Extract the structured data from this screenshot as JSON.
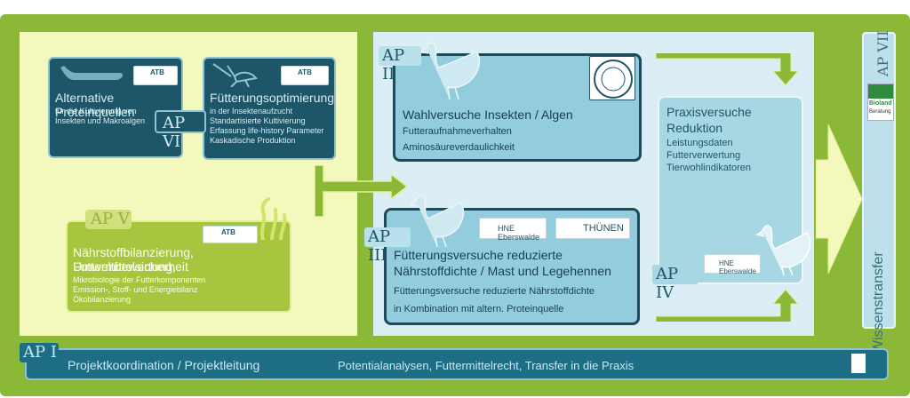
{
  "ap_vi": {
    "tag": "AP VI",
    "box1_title": "Alternative Proteinquellen",
    "box1_text": [
      "für die Kultivierung von",
      "Insekten und Makroalgen"
    ],
    "box2_title": "Fütterungsoptimierung",
    "box2_text": [
      "in der Insektenaufzucht",
      "Standartisierte Kultivierung",
      "Erfassung life-history Parameter",
      "Kaskadische Produktion"
    ],
    "logo": "ATB"
  },
  "ap_v": {
    "tag": "AP V",
    "title": [
      "Nährstoffbilanzierung, Umweltbewertung,",
      "Futtermittelsicherheit"
    ],
    "text": [
      "Mikrobiologie der Futterkomponenten",
      "Emission-, Stoff- und Energiebilanz",
      "Ökobilanzierung"
    ],
    "logo": "ATB"
  },
  "ap_ii": {
    "tag": "AP II",
    "title": "Wahlversuche Insekten / Algen",
    "text": [
      "Futteraufnahmeverhalten",
      "Aminosäureverdaulichkeit"
    ]
  },
  "ap_iii": {
    "tag": "AP III",
    "title": [
      "Fütterungsversuche reduzierte",
      "Nährstoffdichte / Mast und Legehennen"
    ],
    "text": [
      "Fütterungsversuche reduzierte Nährstoffdichte",
      "in Kombination mit altern. Proteinquelle"
    ],
    "logo1": "HNE Eberswalde",
    "logo2": "THÜNEN"
  },
  "ap_iv": {
    "tag": "AP IV",
    "title": [
      "Praxisversuche",
      "Reduktion"
    ],
    "text": [
      "Leistungsdaten",
      "Futterverwertung",
      "Tierwohlindikatoren"
    ],
    "logo": "HNE Eberswalde"
  },
  "ap_vii": {
    "tag": "AP VII",
    "vertical": "Wissenstransfer",
    "logo": "Bioland",
    "logo_sub": "Beratung"
  },
  "ap_i": {
    "tag": "AP I",
    "title": "Projektkoordination / Projektleitung",
    "text": "Potentialanalysen, Futtermittelrecht, Transfer in die Praxis"
  },
  "colors": {
    "outer_green": "#8cb838",
    "dark_teal": "#1d5669",
    "light_teal": "#93cddd",
    "pale_yellow": "#f3f8bd"
  }
}
